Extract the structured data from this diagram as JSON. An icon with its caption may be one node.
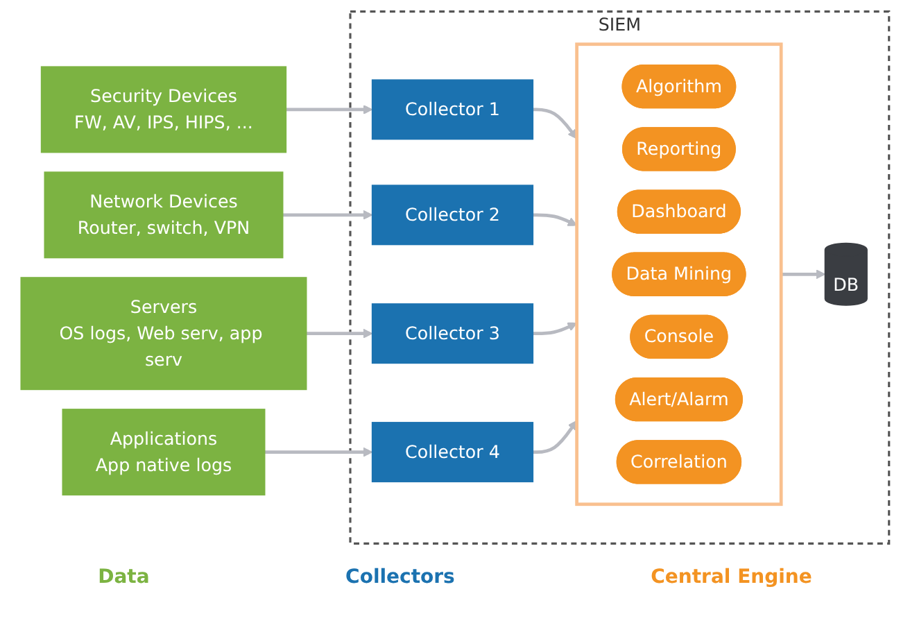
{
  "diagram": {
    "nodes": [
      {
        "text": [
          "Security Devices",
          "FW, AV, IPS, HIPS, ..."
        ]
      },
      {
        "text": [
          "Network Devices",
          "Router, switch, VPN"
        ]
      },
      {
        "text": [
          "Servers",
          "OS logs, Web serv, app serv"
        ]
      },
      {
        "text": [
          "Applications",
          "App native logs"
        ]
      },
      {
        "text": [
          "SIEM"
        ]
      },
      {
        "text": [
          "Collector 1"
        ],
        "in": 4
      },
      {
        "text": [
          "Collector 2"
        ],
        "in": 4
      },
      {
        "text": [
          "Collector 3"
        ],
        "in": 4
      },
      {
        "text": [
          "Collector 4"
        ],
        "in": 4
      },
      {
        "text": [],
        "shape": "box",
        "in": 4
      },
      {
        "text": [
          "Algorithm"
        ],
        "in": 9
      },
      {
        "text": [
          "Reporting"
        ],
        "in": 9
      },
      {
        "text": [
          "Dashboard"
        ],
        "in": 9
      },
      {
        "text": [
          "Data Mining"
        ],
        "in": 9
      },
      {
        "text": [
          "Console"
        ],
        "in": 9
      },
      {
        "text": [
          "Alert/Alarm"
        ],
        "in": 9
      },
      {
        "text": [
          "Correlation"
        ],
        "in": 9
      },
      {
        "text": [
          "DB"
        ],
        "in": 4
      }
    ],
    "edges": [
      {
        "from": 0,
        "to": 5,
        "arrow": "to"
      },
      {
        "from": 1,
        "to": 6,
        "arrow": "to"
      },
      {
        "from": 2,
        "to": 7,
        "arrow": "to"
      },
      {
        "from": 3,
        "to": 8,
        "arrow": "to"
      },
      {
        "from": 5,
        "to": 9,
        "arrow": "to"
      },
      {
        "from": 6,
        "to": 9,
        "arrow": "to"
      },
      {
        "from": 7,
        "to": 9,
        "arrow": "to"
      },
      {
        "from": 8,
        "to": 9,
        "arrow": "to"
      },
      {
        "from": 9,
        "to": 17,
        "arrow": "to"
      }
    ],
    "labels": [
      "Data",
      "Collectors",
      "Central Engine"
    ]
  }
}
